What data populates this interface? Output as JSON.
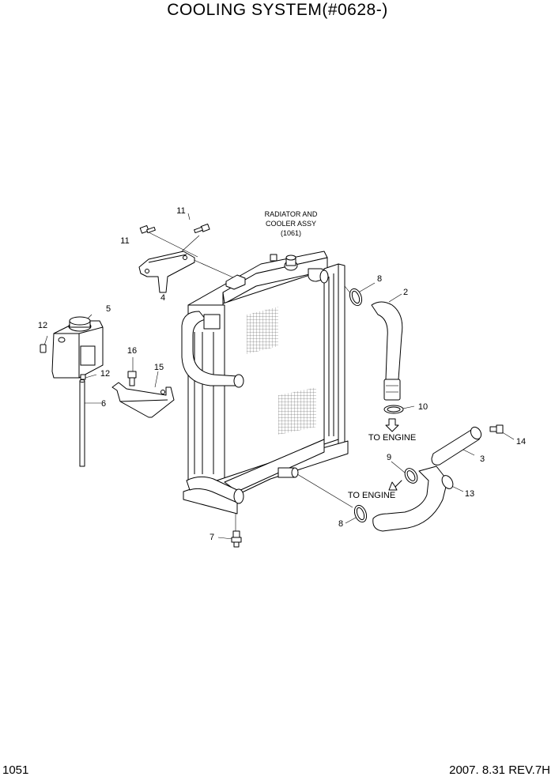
{
  "title": "COOLING SYSTEM(#0628-)",
  "page_number": "1051",
  "revision": "2007. 8.31  REV.7H",
  "assembly_label": {
    "line1": "RADIATOR AND",
    "line2": "COOLER ASSY",
    "line3": "(1061)"
  },
  "notes": {
    "to_engine_upper": "TO ENGINE",
    "to_engine_lower": "TO ENGINE"
  },
  "callouts": {
    "c11a": "11",
    "c11b": "11",
    "c4": "4",
    "c5": "5",
    "c12a": "12",
    "c12b": "12",
    "c16": "16",
    "c15": "15",
    "c6": "6",
    "c8a": "8",
    "c2": "2",
    "c10": "10",
    "c14": "14",
    "c9": "9",
    "c3": "3",
    "c13": "13",
    "c8b": "8",
    "c7": "7"
  }
}
